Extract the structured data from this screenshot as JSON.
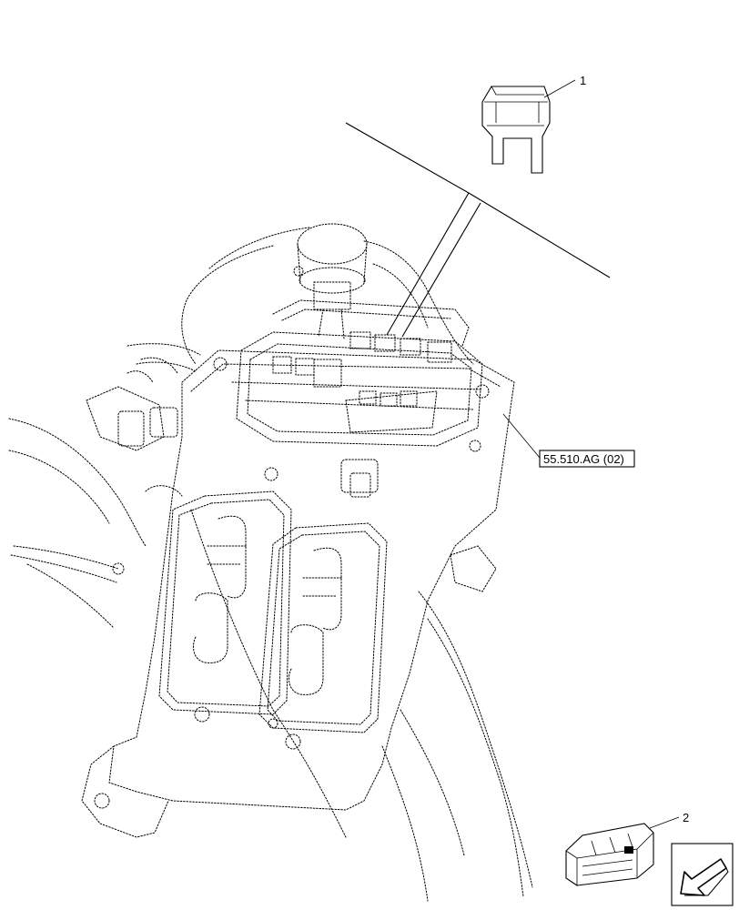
{
  "callouts": [
    {
      "label": "1"
    },
    {
      "label": "2"
    }
  ],
  "reference": {
    "label": "55.510.AG (02)"
  },
  "icons": [
    "mini-fuse-icon",
    "fuse-box-pack-icon",
    "navigation-arrow-icon"
  ]
}
